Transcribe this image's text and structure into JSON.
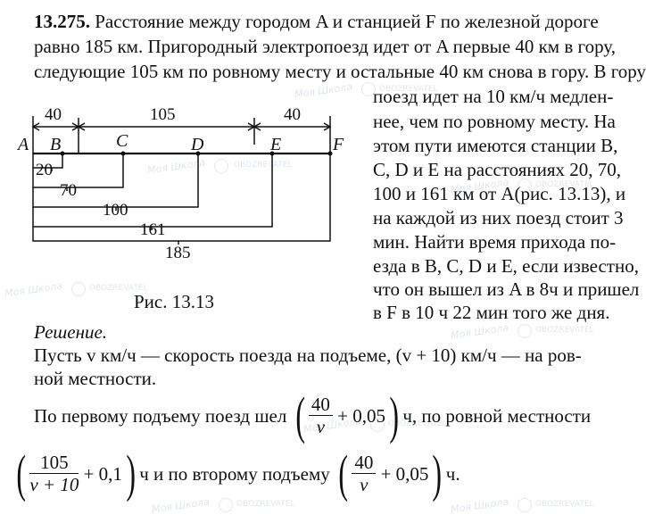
{
  "problem": {
    "number": "13.275.",
    "line1": "Расстояние между городом A и станцией F по железной дороге",
    "line2": "равно 185 км. Пригородный электропоезд идет от A первые 40 км в гору,",
    "line3": "следующие 105 км по ровному месту и остальные 40 км снова в гору. В гору",
    "line4": "поезд идет на 10 км/ч медлен-",
    "line5": "нее, чем по ровному месту. На",
    "line6": "этом пути имеются станции B,",
    "line7": "C, D и E на расстояниях 20, 70,",
    "line8": "100 и 161 км от A(рис. 13.13), и",
    "line9": "на каждой из них поезд стоит 3",
    "line10": "мин. Найти время прихода по-",
    "line11": "езда в B, C, D и E, если известно,",
    "line12": "что он вышел из A в 8ч и пришел",
    "line13": "в F в 10 ч 22 мин того же дня."
  },
  "figure": {
    "caption": "Рис. 13.13",
    "top_labels": [
      "40",
      "105",
      "40"
    ],
    "stations": [
      "A",
      "B",
      "C",
      "D",
      "E",
      "F"
    ],
    "bottom_labels": [
      "20",
      "70",
      "100",
      "161",
      "185"
    ]
  },
  "solution": {
    "heading": "Решение.",
    "s1": "Пусть v км/ч — скорость поезда на подъеме, (v + 10) км/ч — на ров-",
    "s2": "ной местности.",
    "s3_pre": "По первому подъему поезд шел",
    "f1_num": "40",
    "f1_den": "v",
    "f1_tail": "+ 0,05",
    "s3_post": "ч, по ровной местности",
    "f2_num": "105",
    "f2_den": "v + 10",
    "f2_tail": "+ 0,1",
    "s4_mid": "ч и по второму подъему",
    "f3_num": "40",
    "f3_den": "v",
    "f3_tail": "+ 0,05",
    "s4_post": "ч."
  },
  "watermarks": {
    "site": "Моя Школа",
    "brand": "OBOZREVATEL"
  }
}
